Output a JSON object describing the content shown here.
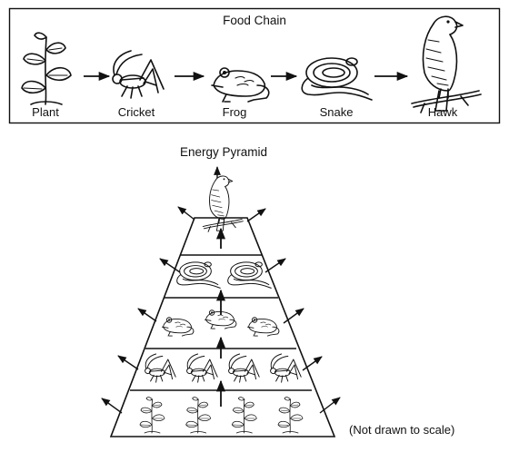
{
  "food_chain": {
    "title": "Food Chain",
    "organisms": [
      {
        "label": "Plant",
        "icon": "plant-icon"
      },
      {
        "label": "Cricket",
        "icon": "cricket-icon"
      },
      {
        "label": "Frog",
        "icon": "frog-icon"
      },
      {
        "label": "Snake",
        "icon": "snake-icon"
      },
      {
        "label": "Hawk",
        "icon": "hawk-icon"
      }
    ]
  },
  "energy_pyramid": {
    "title": "Energy Pyramid",
    "note": "(Not drawn to scale)",
    "levels": [
      {
        "organism": "Hawk",
        "count": 1
      },
      {
        "organism": "Snake",
        "count": 2
      },
      {
        "organism": "Frog",
        "count": 3
      },
      {
        "organism": "Cricket",
        "count": 4
      },
      {
        "organism": "Plant",
        "count": 4
      }
    ]
  }
}
